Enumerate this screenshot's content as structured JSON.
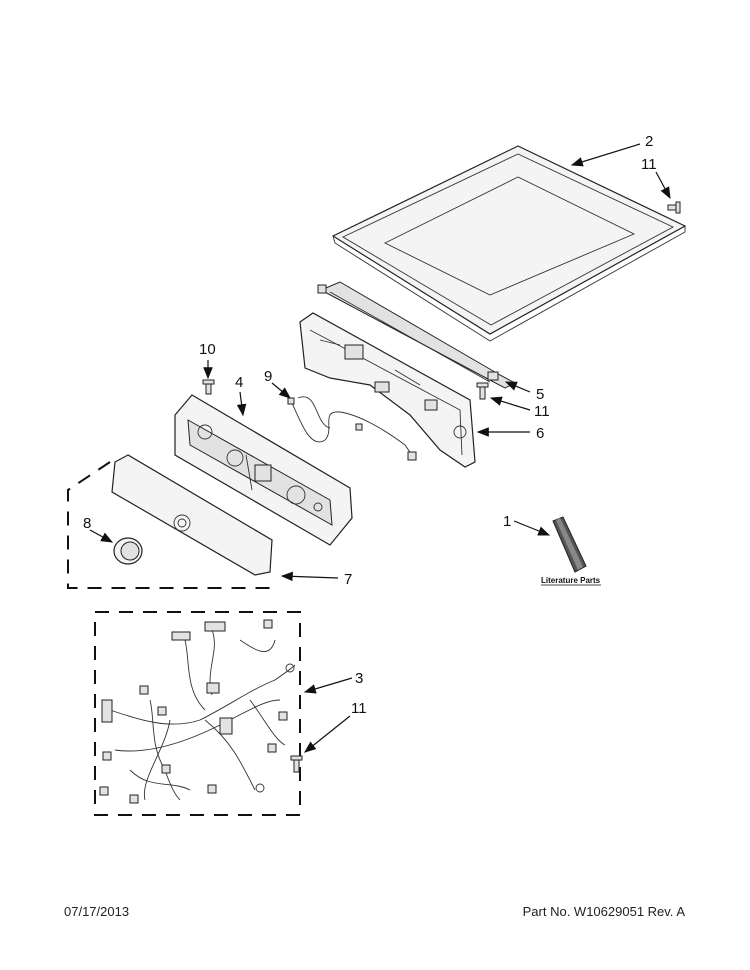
{
  "callouts": [
    "2",
    "11",
    "5",
    "11",
    "6",
    "10",
    "4",
    "9",
    "8",
    "7",
    "1",
    "3",
    "11"
  ],
  "literature_label": "Literature Parts",
  "footer": {
    "date": "07/17/2013",
    "part_number": "Part No.  W10629051  Rev.  A"
  }
}
